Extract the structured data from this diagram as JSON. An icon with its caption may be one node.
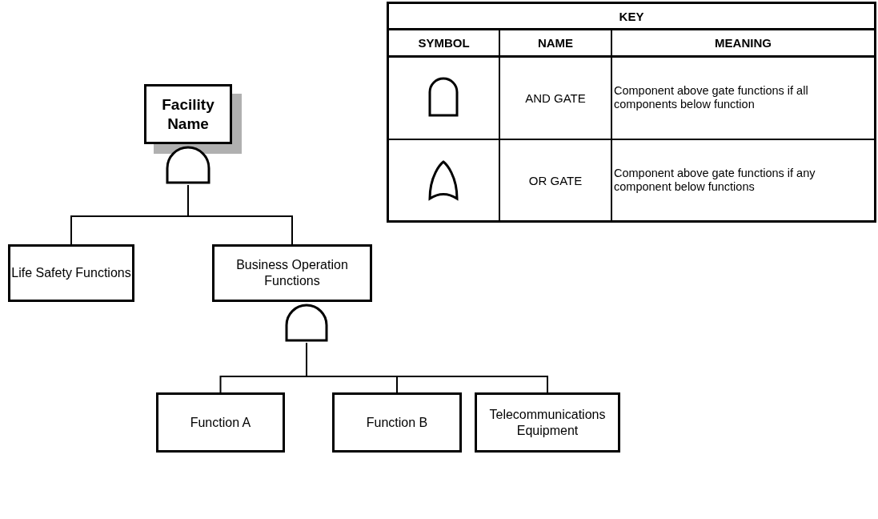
{
  "diagram": {
    "nodes": [
      {
        "text": [
          "Facility Name"
        ]
      },
      {
        "text": [],
        "shape": "gate"
      },
      {
        "text": [
          "Life Safety Functions"
        ]
      },
      {
        "text": [
          "Business Operation Functions"
        ]
      },
      {
        "text": [],
        "shape": "gate"
      },
      {
        "text": [
          "Function A"
        ]
      },
      {
        "text": [
          "Function B"
        ]
      },
      {
        "text": [
          "Telecommunications Equipment"
        ]
      }
    ],
    "edges": [
      {
        "from": 1,
        "to": 2,
        "arrow": "none"
      },
      {
        "from": 1,
        "to": 3,
        "arrow": "none"
      },
      {
        "from": 4,
        "to": 5,
        "arrow": "none"
      },
      {
        "from": 4,
        "to": 6,
        "arrow": "none"
      },
      {
        "from": 4,
        "to": 7,
        "arrow": "none"
      }
    ],
    "labels": [
      "KEY",
      "SYMBOL",
      "NAME",
      "MEANING",
      "AND GATE",
      "Component above gate functions if all components below function",
      "OR GATE",
      "Component above gate functions if any component below functions"
    ]
  }
}
